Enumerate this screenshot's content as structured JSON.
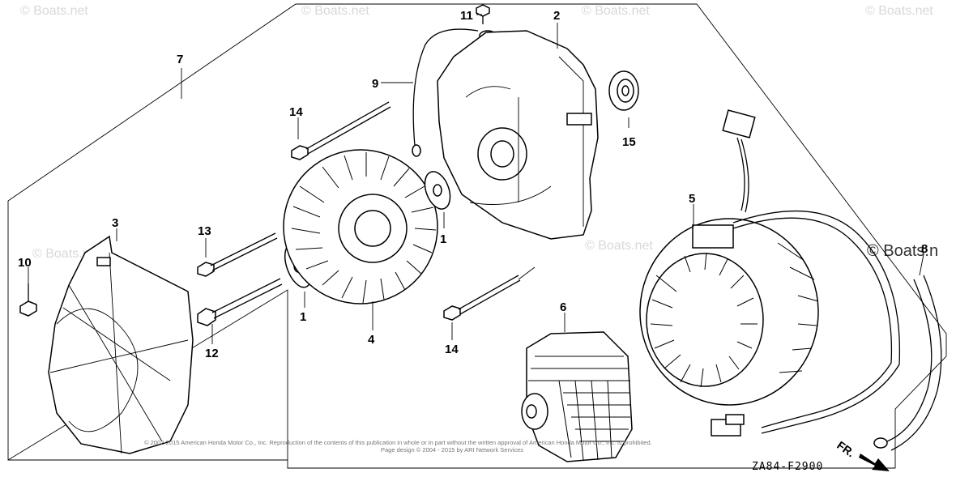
{
  "diagram": {
    "drawing_code": "ZA84-F2900",
    "direction_label": "FR.",
    "callouts": [
      "1",
      "1",
      "2",
      "3",
      "4",
      "5",
      "6",
      "7",
      "8",
      "9",
      "10",
      "11",
      "12",
      "13",
      "14",
      "14",
      "15"
    ],
    "watermarks": [
      "© Boats.net",
      "© Boats.net",
      "© Boats.net",
      "© Boats.net",
      "© Boats.net",
      "© Boats.net"
    ],
    "watermark_main": "© Boats.n",
    "copyright_line1": "© 2002-2015 American Honda Motor Co., Inc. Reproduction of the contents of this publication in whole or in part without the written approval of American Honda Motor Co., Inc. is prohibited.",
    "copyright_line2": "Page design © 2004 - 2015 by ARI Network Services"
  }
}
